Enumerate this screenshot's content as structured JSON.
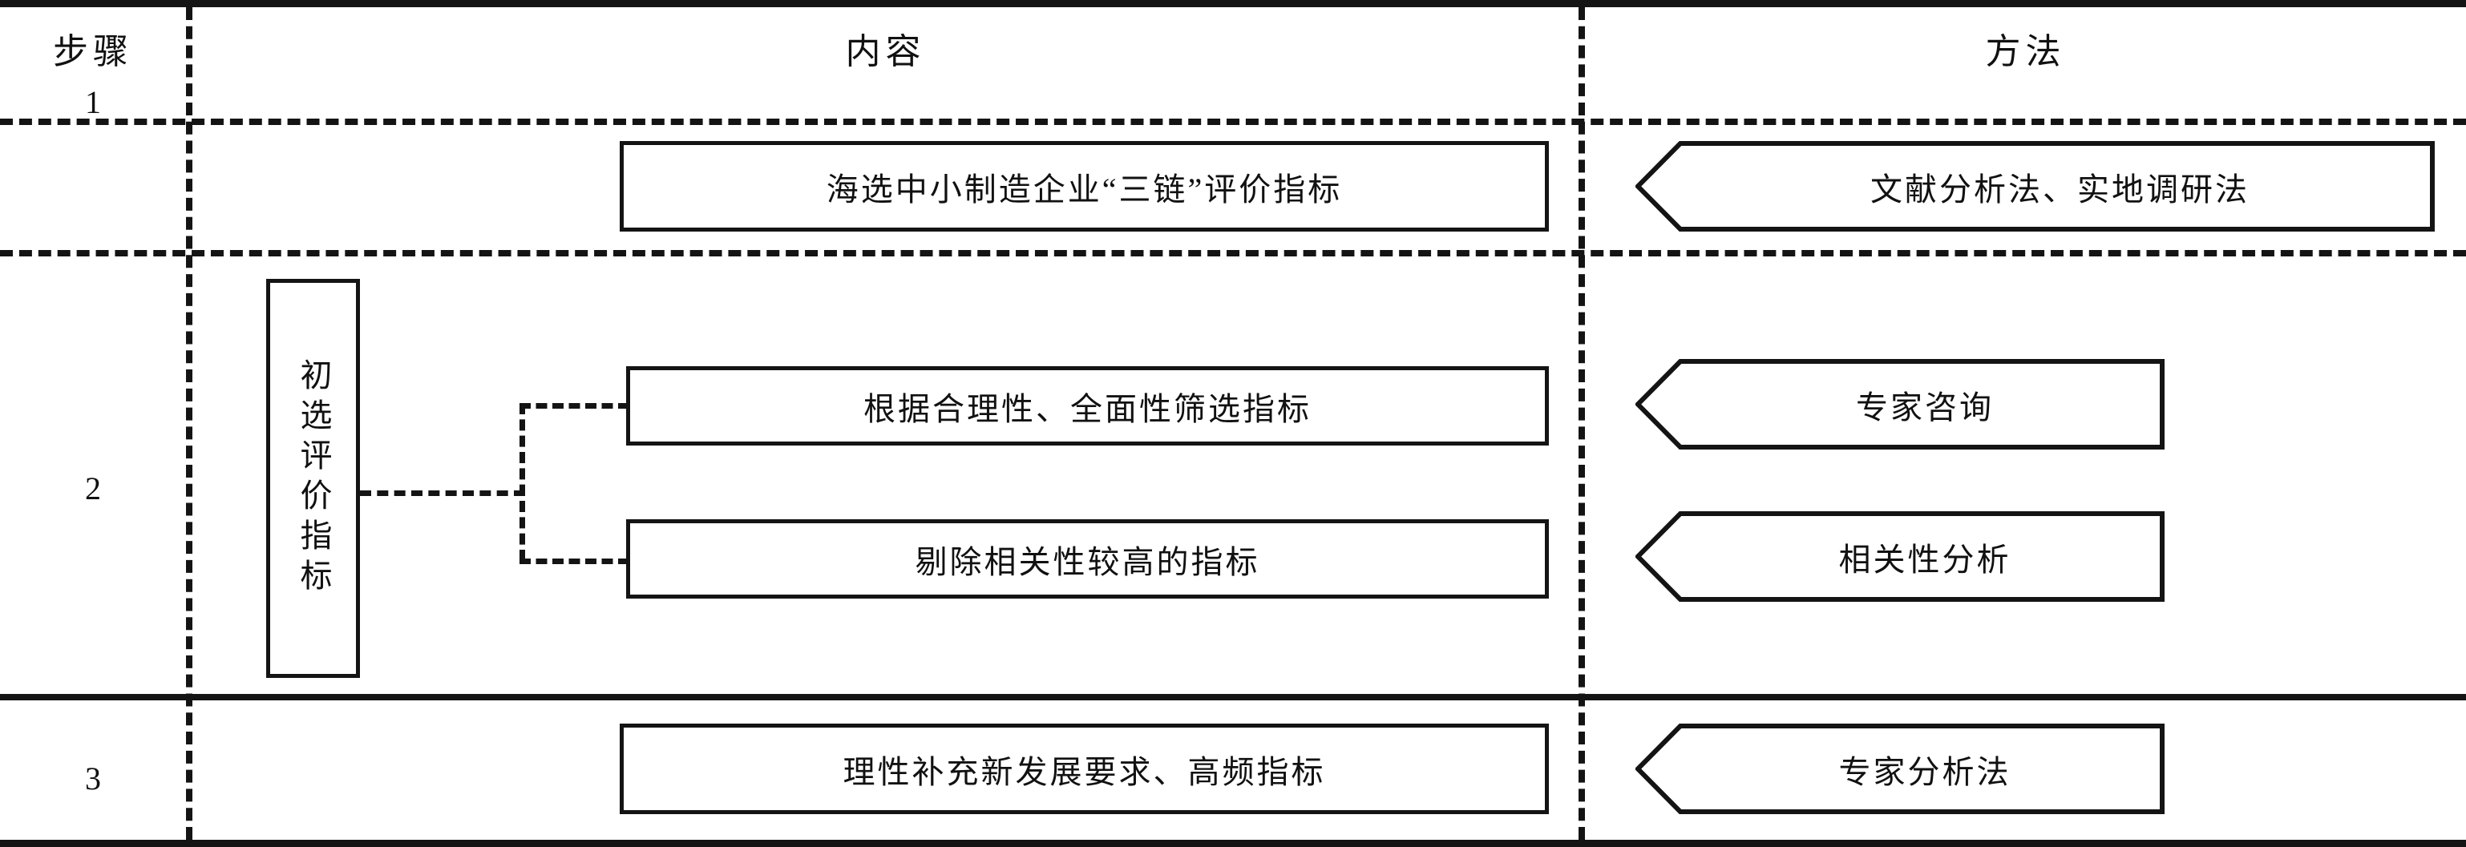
{
  "figure": {
    "title": "",
    "type": "process-table-diagram"
  },
  "table": {
    "columns": [
      {
        "key": "step",
        "label": "步骤"
      },
      {
        "key": "content",
        "label": "内容"
      },
      {
        "key": "method",
        "label": "方法"
      }
    ],
    "rows": [
      {
        "step": "1",
        "group_label": "",
        "contents": [
          "海选中小制造企业“三链”评价指标"
        ],
        "methods": [
          "文献分析法、实地调研法"
        ]
      },
      {
        "step": "2",
        "group_label": "初选评价指标",
        "contents": [
          "根据合理性、全面性筛选指标",
          "剔除相关性较高的指标"
        ],
        "methods": [
          "专家咨询",
          "相关性分析"
        ]
      },
      {
        "step": "3",
        "group_label": "",
        "contents": [
          "理性补充新发展要求、高频指标"
        ],
        "methods": [
          "专家分析法"
        ]
      }
    ]
  },
  "style": {
    "line_color": "#141414",
    "background": "#ffffff",
    "text_color": "#111111"
  }
}
